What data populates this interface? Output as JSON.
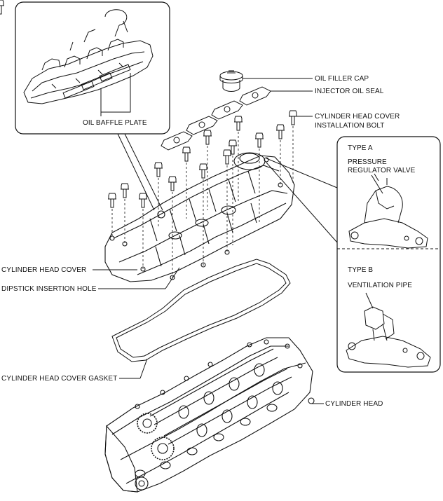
{
  "labels": {
    "oil_filler_cap": "OIL FILLER CAP",
    "injector_oil_seal": "INJECTOR OIL SEAL",
    "cyl_head_cover_bolt_1": "CYLINDER HEAD COVER",
    "cyl_head_cover_bolt_2": "INSTALLATION BOLT",
    "oil_baffle_plate": "OIL BAFFLE PLATE",
    "cylinder_head_cover": "CYLINDER HEAD COVER",
    "dipstick_insertion_hole": "DIPSTICK INSERTION HOLE",
    "cylinder_head_cover_gasket": "CYLINDER HEAD COVER GASKET",
    "cylinder_head": "CYLINDER HEAD"
  },
  "inset_right": {
    "type_a": "TYPE A",
    "pressure_regulator_valve_1": "PRESSURE",
    "pressure_regulator_valve_2": "REGULATOR VALVE",
    "type_b": "TYPE B",
    "ventilation_pipe": "VENTILATION PIPE"
  },
  "colors": {
    "line": "#111111",
    "background": "#ffffff"
  }
}
